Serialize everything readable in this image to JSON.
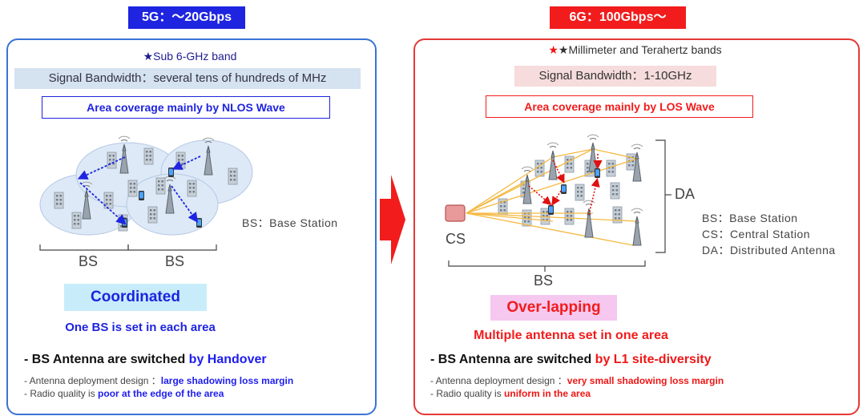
{
  "left": {
    "header": "5G：～20Gbps",
    "band": "★Sub 6-GHz band",
    "bandwidth": "Signal Bandwidth：several tens of hundreds of MHz",
    "coverage": "Area coverage mainly by NLOS Wave",
    "bs_label_1": "BS",
    "bs_label_2": "BS",
    "legend_bs": "BS：Base Station",
    "mode": "Coordinated",
    "mode_desc": "One BS is set in each area",
    "switch_prefix": "- BS Antenna are switched ",
    "switch_method": "by Handover",
    "detail1_prefix": "- Antenna deployment design ：",
    "detail1_value": "large shadowing loss margin",
    "detail2_prefix": "- Radio quality is ",
    "detail2_value": "poor at the edge of the area"
  },
  "right": {
    "header": "6G：100Gbps～",
    "band": "★Millimeter and Terahertz bands",
    "bandwidth": "Signal Bandwidth：1-10GHz",
    "coverage": "Area coverage mainly by LOS Wave",
    "cs_label": "CS",
    "bs_label": "BS",
    "da_label": "DA",
    "legend": [
      "BS：Base Station",
      "CS：Central Station",
      "DA：Distributed Antenna"
    ],
    "mode": "Over-lapping",
    "mode_desc": "Multiple antenna set in one area",
    "switch_prefix": "- BS Antenna are switched ",
    "switch_method": "by L1 site-diversity",
    "detail1_prefix": "- Antenna deployment design ：",
    "detail1_value": "very small shadowing loss margin",
    "detail2_prefix": "- Radio quality is ",
    "detail2_value": "uniform in the area"
  },
  "colors": {
    "blue_accent": "#1e24e0",
    "red_accent": "#f21c1c",
    "left_border": "#3b73d6",
    "right_border": "#e53935",
    "arrow": "#f21c1c"
  },
  "icons": [
    "base-station-tower-icon",
    "building-icon",
    "smartphone-icon",
    "central-station-icon",
    "transition-arrow-icon"
  ]
}
